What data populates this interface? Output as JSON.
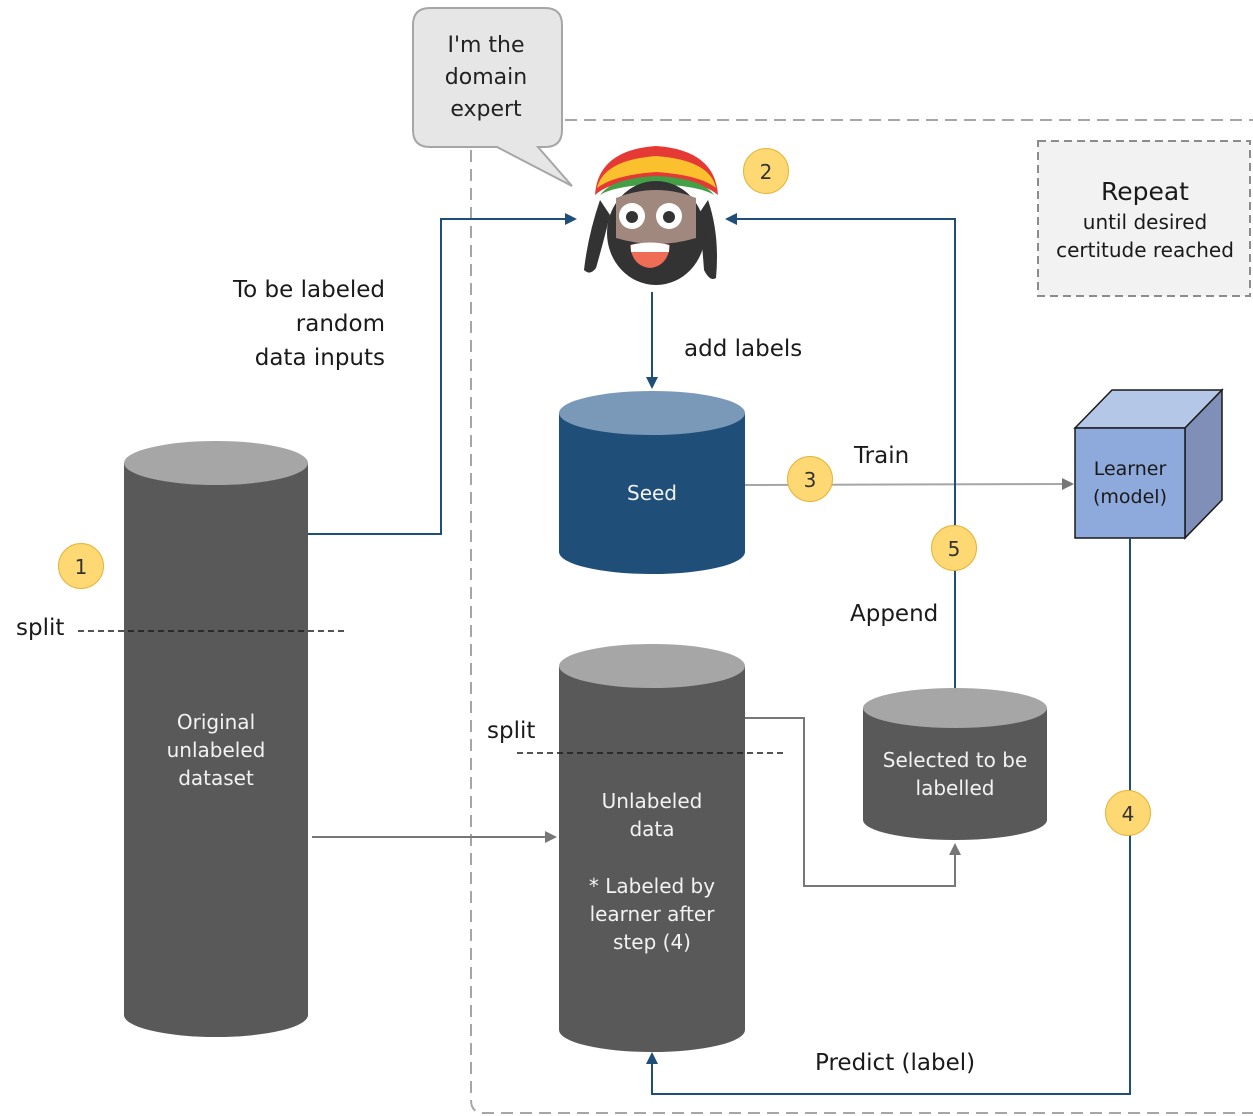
{
  "bubble": {
    "text_line1": "I'm the",
    "text_line2": "domain",
    "text_line3": "expert"
  },
  "repeat_box": {
    "title": "Repeat",
    "line1": "until desired",
    "line2": "certitude reached"
  },
  "labels": {
    "to_be_labeled_1": "To be labeled",
    "to_be_labeled_2": "random",
    "to_be_labeled_3": "data inputs",
    "add_labels": "add labels",
    "train": "Train",
    "append": "Append",
    "predict": "Predict (label)",
    "split_left": "split",
    "split_mid": "split"
  },
  "cylinders": {
    "original": {
      "line1": "Original",
      "line2": "unlabeled",
      "line3": "dataset"
    },
    "seed": {
      "label": "Seed"
    },
    "unlabeled": {
      "line1": "Unlabeled",
      "line2": "data",
      "line3": "* Labeled by",
      "line4": "learner after",
      "line5": "step (4)"
    },
    "selected": {
      "line1": "Selected to be",
      "line2": "labelled"
    }
  },
  "learner": {
    "line1": "Learner",
    "line2": "(model)"
  },
  "steps": {
    "s1": "1",
    "s2": "2",
    "s3": "3",
    "s4": "4",
    "s5": "5"
  },
  "colors": {
    "dark_cyl": "#595959",
    "dark_top": "#a6a6a6",
    "seed_body": "#1f4e79",
    "seed_top": "#7a99b8",
    "learner_front": "#8ea9db",
    "step_fill": "#fdd873",
    "arrow_blue": "#1f4e79",
    "arrow_gray": "#808080"
  }
}
